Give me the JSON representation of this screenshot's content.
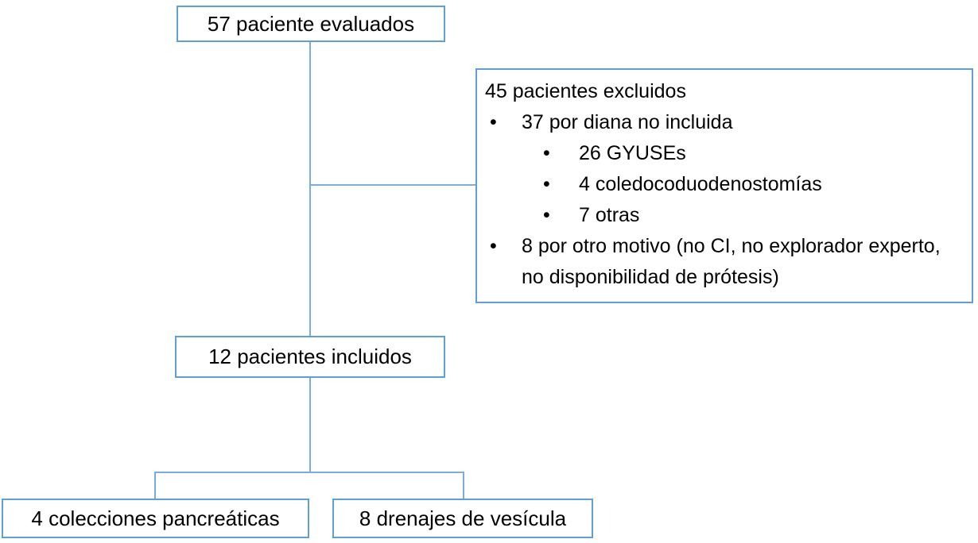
{
  "diagram": {
    "bullet_glyph": "•",
    "colors": {
      "box_border": "#5f9fd8",
      "connector": "#7aacdd",
      "text": "#000000",
      "background": "#ffffff"
    },
    "boxes": {
      "evaluated": {
        "label": "57 paciente evaluados"
      },
      "excluded": {
        "title": "45 pacientes excluidos",
        "items": [
          {
            "text": "37 por diana no incluida",
            "children": [
              "26 GYUSEs",
              "4 coledocoduodenostomías",
              "7 otras"
            ]
          },
          {
            "text": "8 por otro motivo (no CI, no explorador experto, no disponibilidad de prótesis)",
            "children": []
          }
        ]
      },
      "included": {
        "label": "12 pacientes incluidos"
      },
      "pancreatic": {
        "label": "4 colecciones pancreáticas"
      },
      "gallbladder": {
        "label": "8 drenajes de vesícula"
      }
    }
  }
}
